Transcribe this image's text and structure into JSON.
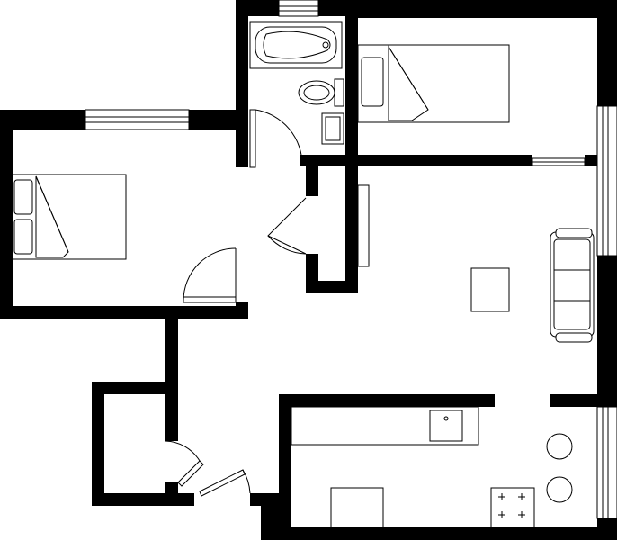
{
  "plan": {
    "background": "#ffffff",
    "wall_color": "#000000",
    "line_color": "#000000",
    "rooms": [
      {
        "id": "bedroom-left",
        "icon": "bed-icon"
      },
      {
        "id": "bedroom-top-right",
        "icon": "bed-icon"
      },
      {
        "id": "bathroom",
        "icon": "bathtub-icon"
      },
      {
        "id": "living-room",
        "icon": "sofa-icon"
      },
      {
        "id": "kitchen",
        "icon": "stove-icon"
      },
      {
        "id": "closet",
        "icon": "door-icon"
      },
      {
        "id": "entry",
        "icon": "door-icon"
      }
    ],
    "fixtures": [
      "bathtub-icon",
      "toilet-icon",
      "sink-icon",
      "bed-icon",
      "sofa-icon",
      "table-icon",
      "stove-icon",
      "kitchen-sink-icon",
      "stool-icon",
      "window-icon",
      "door-icon"
    ]
  }
}
